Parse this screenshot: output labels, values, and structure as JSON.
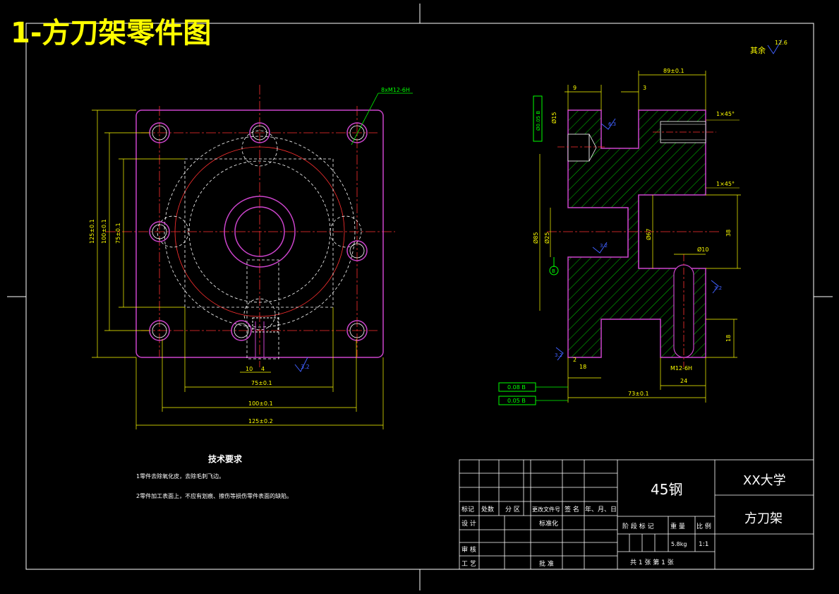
{
  "drawing_title": "1-方刀架零件图",
  "surface_finish": {
    "prefix": "其余",
    "value": "12.6"
  },
  "front_view": {
    "thread_note": "8xM12-6H",
    "dim_width_bottom_10": "10",
    "dim_width_bottom_4": "4",
    "dim_75": "75±0.1",
    "dim_100": "100±0.1",
    "dim_125": "125±0.2",
    "dim_left_125": "125±0.1",
    "dim_left_100": "100±0.1",
    "dim_left_75": "75±0.1",
    "roughness_bottom": "3.2"
  },
  "section_view": {
    "dim_89": "89±0.1",
    "dim_9": "9",
    "dim_3": "3",
    "dim_dia_upper": "Ø15",
    "dim_dia_main": "Ø85",
    "dim_dia_bore": "Ø25",
    "dim_dia_inner": "Ø67",
    "dim_dia_small": "Ø10",
    "dim_38": "38",
    "dim_18_right": "18",
    "dim_18_bottom": "18",
    "dim_2": "2",
    "dim_24": "24",
    "dim_73": "73±0.1",
    "chamfer_top": "1×45°",
    "chamfer_mid": "1×45°",
    "thread_bottom": "M12-6H",
    "roughness_1": "6.3",
    "roughness_2": "3.2",
    "roughness_3": "3.2",
    "roughness_4": "3.2",
    "datum_b": "B",
    "tol_position": "Ø0.05 B",
    "tol_flat": "0.08 B",
    "tol_perp": "0.05 B"
  },
  "tech_req": {
    "title": "技术要求",
    "line1": "1零件去除氧化皮，去除毛刺飞边。",
    "line2": "2零件加工表面上，不应有划痕、擦伤等损伤零件表面的缺陷。"
  },
  "title_block": {
    "material": "45钢",
    "school": "XX大学",
    "part_name": "方刀架",
    "h_mark": "标记",
    "h_count": "处数",
    "h_zone": "分 区",
    "h_doc": "更改文件号",
    "h_sign": "签 名",
    "h_date": "年、月、日",
    "design": "设 计",
    "standard": "标准化",
    "review": "审 核",
    "process": "工 艺",
    "approve": "批 准",
    "stage": "阶 段 标 记",
    "weight": "重 量",
    "scale": "比 例",
    "weight_val": "5.8kg",
    "scale_val": "1:1",
    "sheets": "共 1   张   第   1 张"
  },
  "colors": {
    "title": "#ffff00",
    "outline": "#cc44cc",
    "center": "#ff3030",
    "hidden": "#ffffff",
    "dim": "#ffff00",
    "hatch": "#00cc00",
    "tol": "#00ff00",
    "rough": "#4060ff",
    "frame": "#ffffff"
  }
}
